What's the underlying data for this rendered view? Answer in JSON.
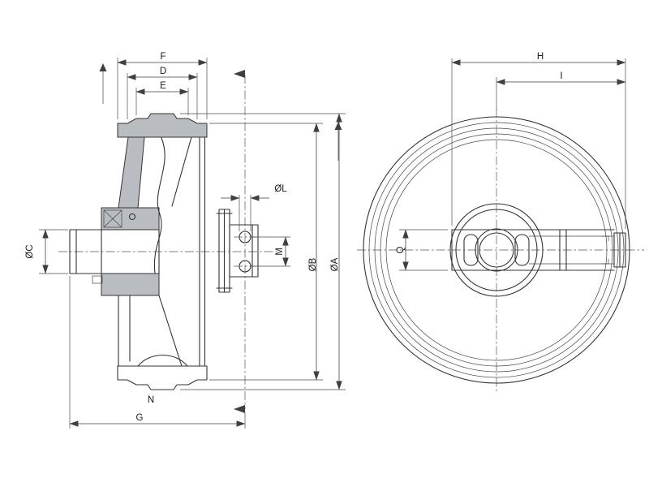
{
  "drawing": {
    "labels": {
      "F": "F",
      "D": "D",
      "E": "E",
      "C": "ØC",
      "L": "ØL",
      "M": "M",
      "B": "ØB",
      "A": "ØA",
      "N": "N",
      "G": "G",
      "H": "H",
      "I": "I",
      "Q": "Q"
    },
    "colors": {
      "line": "#333333",
      "section_fill": "#b9bdc2",
      "background": "#ffffff"
    }
  }
}
